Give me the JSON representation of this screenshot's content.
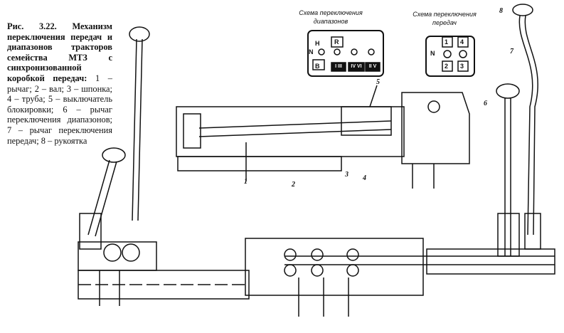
{
  "caption": {
    "title": "Рис. 3.22. Механизм переключения передач и диапазонов тракторов семейства МТЗ с синхронизованной коробкой передач:",
    "legend": "1 – рычаг; 2 – вал; 3 – шпонка; 4 – труба; 5 – выключатель блокировки; 6 – рычаг переключения диапазонов; 7 – рычаг переключения передач; 8 – рукоятка"
  },
  "range_scheme": {
    "title": "Схема переключения диапазонов",
    "labels": [
      "Н",
      "R",
      "N",
      "В",
      "I III",
      "IV VI",
      "II V"
    ]
  },
  "gear_scheme": {
    "title": "Схема переключения передач",
    "labels": [
      "1",
      "4",
      "N",
      "2",
      "3"
    ]
  },
  "callouts": [
    "1",
    "2",
    "3",
    "4",
    "5",
    "6",
    "7",
    "8"
  ]
}
